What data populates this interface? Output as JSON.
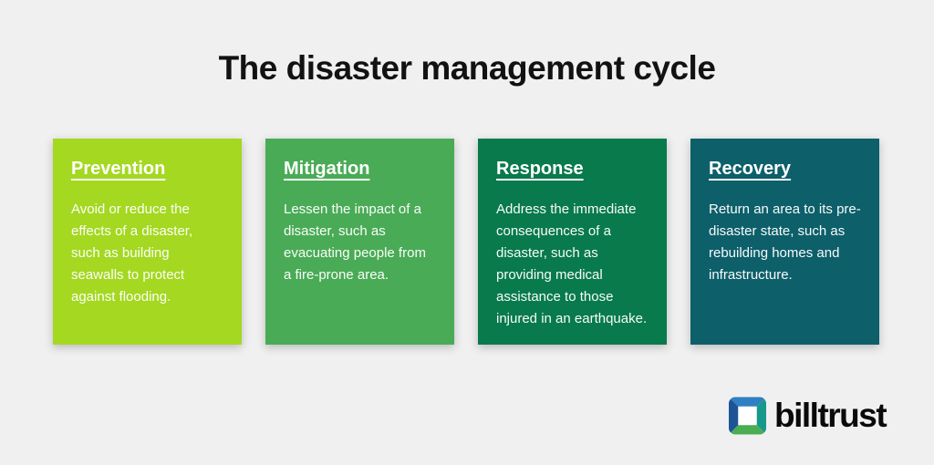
{
  "page": {
    "background_color": "#f1f0f1",
    "title": "The disaster management cycle",
    "title_color": "#121212"
  },
  "cards": [
    {
      "title": "Prevention",
      "body": "Avoid or reduce the effects of a disaster, such as building seawalls to protect against flooding.",
      "background_color": "#a4d821",
      "text_color": "#ffffff"
    },
    {
      "title": "Mitigation",
      "body": "Lessen the impact of a disaster, such as evacuating people from a fire-prone area.",
      "background_color": "#4aab56",
      "text_color": "#ffffff"
    },
    {
      "title": "Response",
      "body": "Address the immediate consequences of a disaster, such as providing medical assistance to those injured in an earthquake.",
      "background_color": "#087a4b",
      "text_color": "#ffffff"
    },
    {
      "title": "Recovery",
      "body": "Return an area to its pre-disaster state, such as rebuilding homes and infrastructure.",
      "background_color": "#0d5f6a",
      "text_color": "#ffffff"
    }
  ],
  "logo": {
    "wordmark": "billtrust",
    "wordmark_color": "#0a0a0a",
    "icon_name": "billtrust-cube-icon",
    "icon_colors": {
      "top_blue": "#2e80c3",
      "left_navy": "#1d5496",
      "right_teal": "#17988c",
      "bottom_green": "#4bae52",
      "center_white": "#ffffff"
    }
  }
}
